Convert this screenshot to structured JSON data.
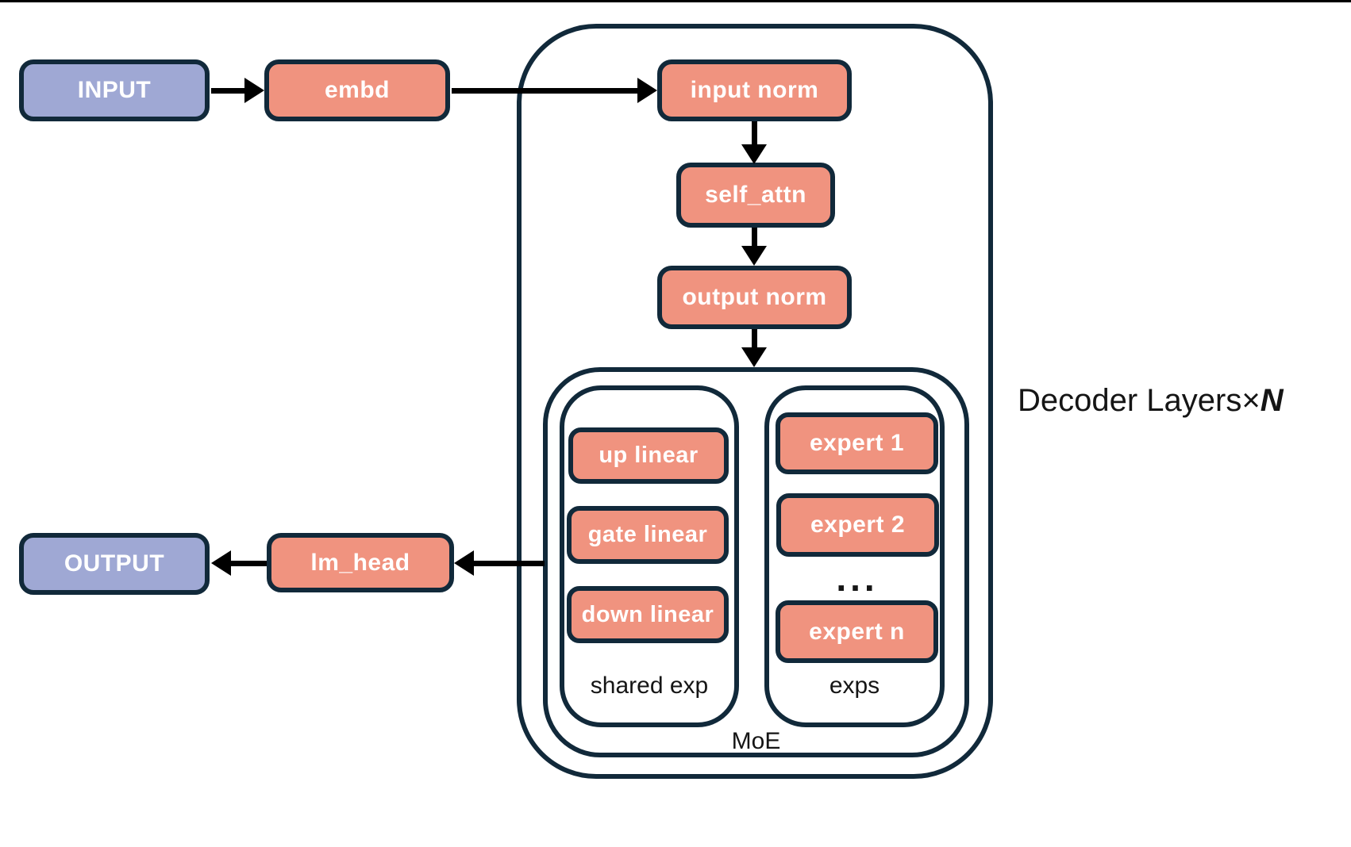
{
  "diagram": {
    "nodes": {
      "input": "INPUT",
      "embd": "embd",
      "input_norm": "input norm",
      "self_attn": "self_attn",
      "output_norm": "output norm",
      "up_linear": "up linear",
      "gate_linear": "gate linear",
      "down_linear": "down linear",
      "expert_1": "expert 1",
      "expert_2": "expert 2",
      "expert_ellipsis": "...",
      "expert_n": "expert n",
      "lm_head": "lm_head",
      "output": "OUTPUT"
    },
    "labels": {
      "shared_exp": "shared exp",
      "exps": "exps",
      "moe": "MoE",
      "decoder_title": "Decoder Layers",
      "decoder_multiplier": "×",
      "decoder_n": "N"
    },
    "colors": {
      "node_fill_salmon": "#F0937F",
      "node_fill_purple": "#9FA8D4",
      "border_navy": "#11293A",
      "arrow_black": "#000000",
      "label_text": "#151515",
      "node_text": "#FFFFFF"
    }
  }
}
